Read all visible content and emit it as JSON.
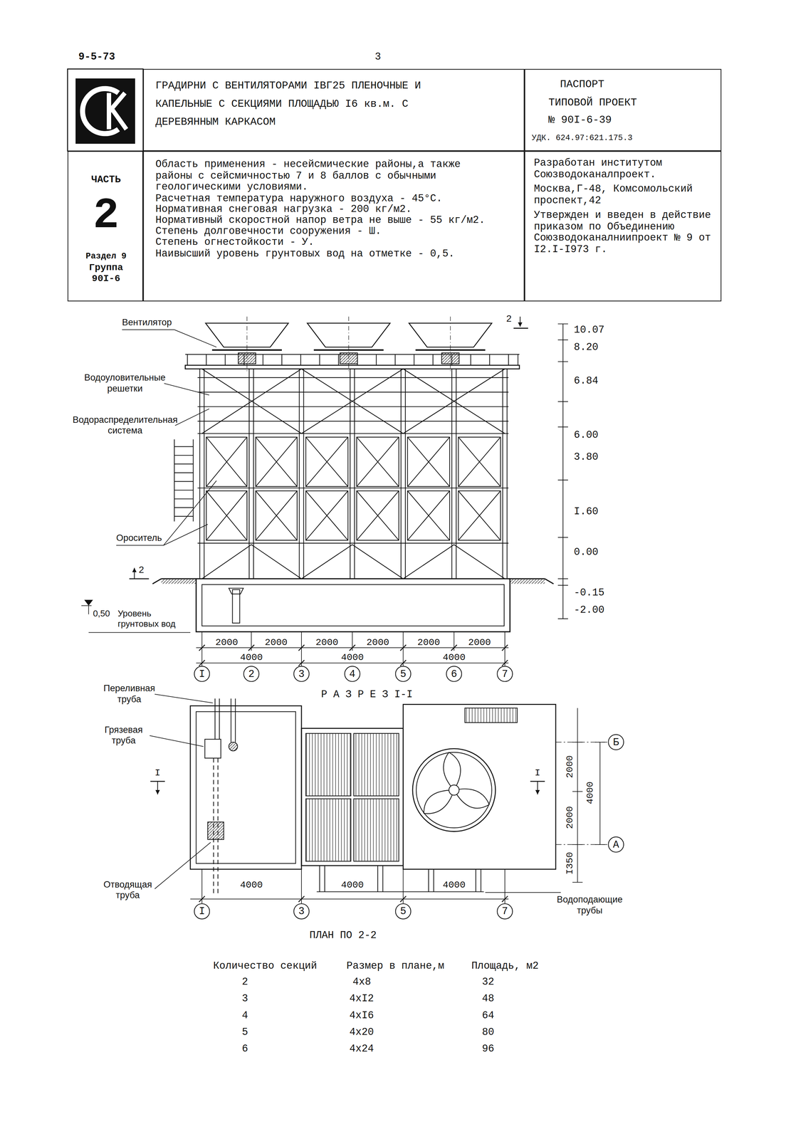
{
  "diagram": {
    "nodes": [
      {
        "text": [
          "ГРАДИРНИ С ВЕНТИЛЯТОРАМИ IВГ25 ПЛЕНОЧНЫЕ И КАПЕЛЬНЫЕ С СЕКЦИЯМИ ПЛОЩАДЬЮ I6 кв.м. С ДЕРЕВЯННЫМ КАРКАСОМ"
        ]
      },
      {
        "text": [
          "ПАСПОРТ",
          "ТИПОВОЙ ПРОЕКТ",
          "№ 90I-6-39",
          "УДК. 624.97:621.175.3"
        ]
      },
      {
        "text": [
          "ЧАСТЬ",
          "2",
          "Раздел 9",
          "Группа 90I-6"
        ]
      },
      {
        "text": [
          "Область применения - несейсмические районы,а также районы с сейсмичностью 7 и 8 баллов с обычными геологическими условиями.",
          "Расчетная температура наружного воздуха - 45°С.",
          "Нормативная снеговая нагрузка - 200 кг/м2.",
          "Нормативный скоростной напор ветра не выше - 55 кг/м2.",
          "Степень долговечности сооружения - Ш.",
          "Степень огнестойкости - У.",
          "Наивысший уровень грунтовых вод на отметке - 0,5."
        ]
      },
      {
        "text": [
          "Разработан институтом Союзводоканалпроект.",
          "Москва,Г-48, Комсомольский проспект,42",
          "Утвержден и введен в действие приказом по Объединению Союзводоканалниипроект № 9 от I2.I-I973 г."
        ]
      },
      {
        "text": [
          "I"
        ]
      },
      {
        "text": [
          "2"
        ]
      },
      {
        "text": [
          "3"
        ]
      },
      {
        "text": [
          "4"
        ]
      },
      {
        "text": [
          "5"
        ]
      },
      {
        "text": [
          "6"
        ]
      },
      {
        "text": [
          "7"
        ]
      },
      {
        "text": [
          "I"
        ]
      },
      {
        "text": [
          "3"
        ]
      },
      {
        "text": [
          "5"
        ]
      },
      {
        "text": [
          "7"
        ]
      },
      {
        "text": [
          "Б"
        ]
      },
      {
        "text": [
          "А"
        ]
      }
    ],
    "labels": [
      "9-5-73",
      "3",
      "Вентилятор",
      "Водоуловительные решетки",
      "Водораспределительная система",
      "Ороситель",
      "2",
      "2",
      "0,50",
      "Уровень грунтовых вод",
      "10.07",
      "8.20",
      "6.84",
      "6.00",
      "3.80",
      "I.60",
      "0.00",
      "-0.15",
      "-2.00",
      "2000",
      "2000",
      "2000",
      "2000",
      "2000",
      "2000",
      "4000",
      "4000",
      "4000",
      "Р А З Р Е З I-I",
      "Переливная труба",
      "Грязевая труба",
      "Отводящая труба",
      "Водоподающие трубы",
      "4000",
      "4000",
      "4000",
      "2000",
      "4000",
      "2000",
      "I350",
      "I",
      "I",
      "ПЛАН ПО 2-2",
      "Количество секций",
      "Размер в плане,м",
      "Площадь, м2",
      "2",
      "4x8",
      "32",
      "3",
      "4xI2",
      "48",
      "4",
      "4xI6",
      "64",
      "5",
      "4x20",
      "80",
      "6",
      "4x24",
      "96"
    ]
  }
}
